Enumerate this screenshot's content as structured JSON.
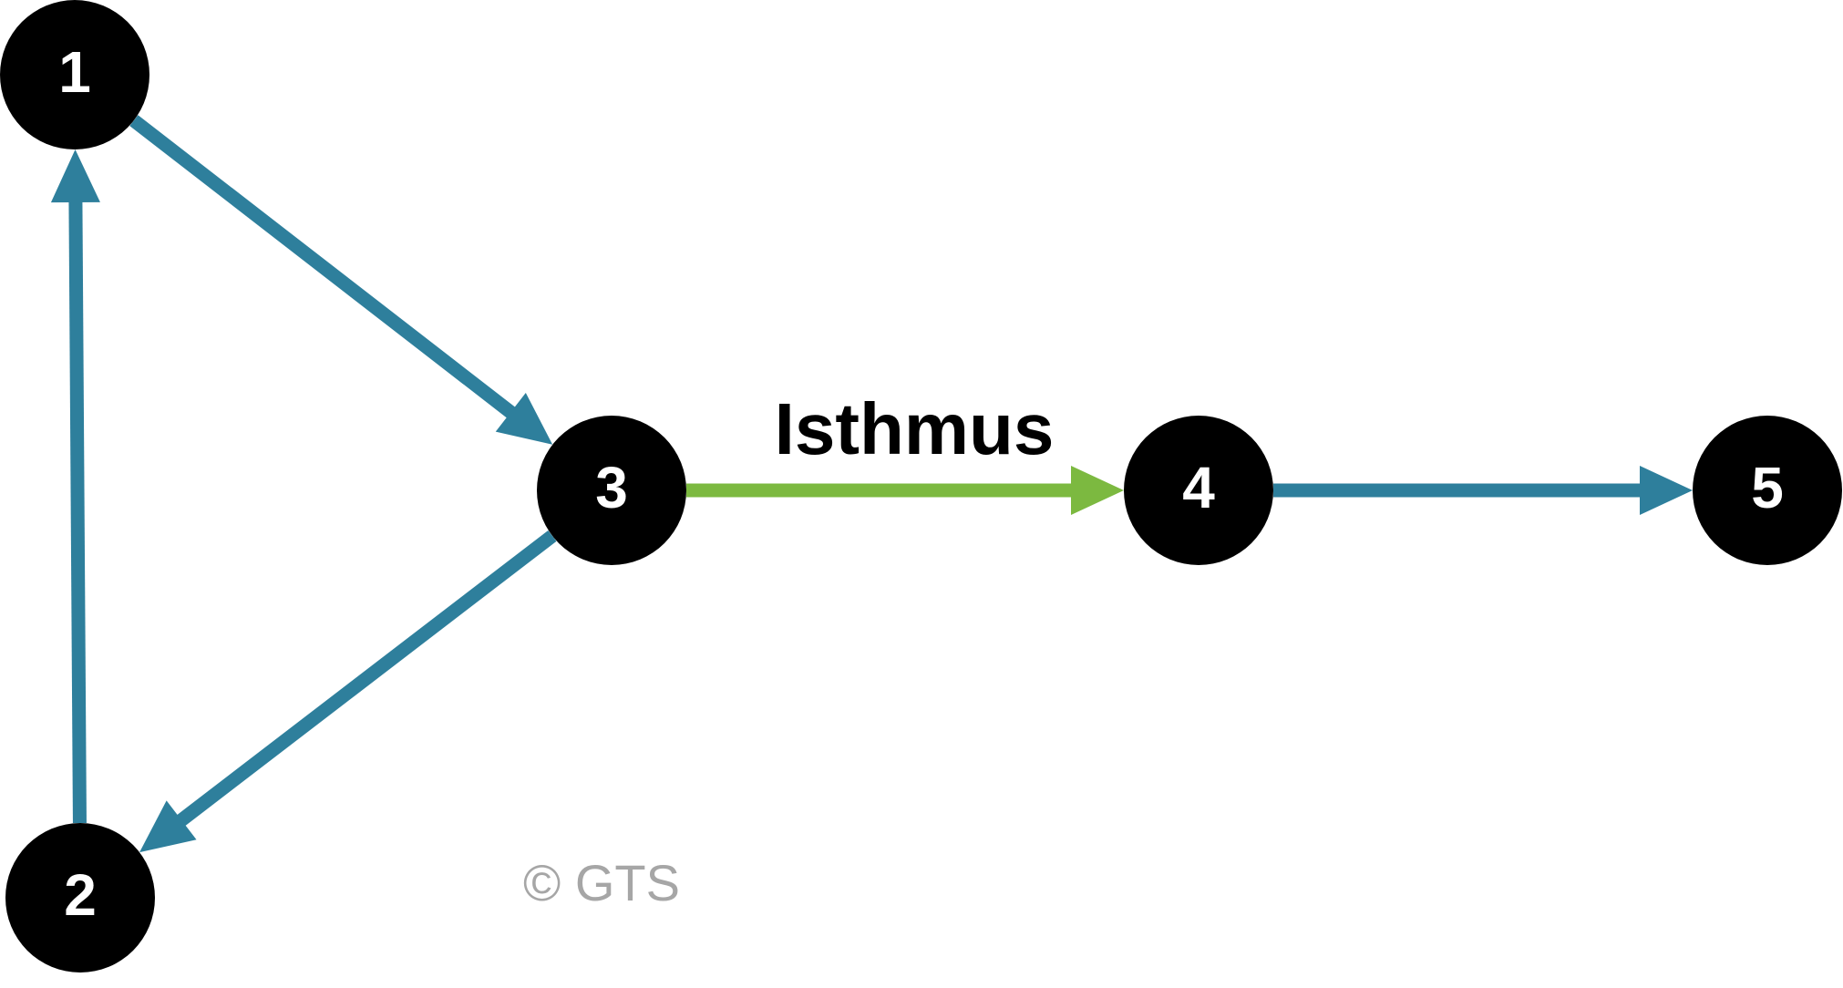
{
  "colors": {
    "background": "#ffffff",
    "node_fill": "#000000",
    "node_text": "#ffffff",
    "edge_default": "#2e7f9c",
    "edge_isthmus": "#7cb940",
    "label_text": "#000000",
    "copyright_text": "#a6a6a6"
  },
  "nodes": [
    {
      "id": "1",
      "label": "1"
    },
    {
      "id": "2",
      "label": "2"
    },
    {
      "id": "3",
      "label": "3"
    },
    {
      "id": "4",
      "label": "4"
    },
    {
      "id": "5",
      "label": "5"
    }
  ],
  "edges": [
    {
      "from": "1",
      "to": "3",
      "label": "",
      "type": "default"
    },
    {
      "from": "3",
      "to": "2",
      "label": "",
      "type": "default"
    },
    {
      "from": "2",
      "to": "1",
      "label": "",
      "type": "default"
    },
    {
      "from": "3",
      "to": "4",
      "label": "Isthmus",
      "type": "isthmus"
    },
    {
      "from": "4",
      "to": "5",
      "label": "",
      "type": "default"
    }
  ],
  "copyright": "© GTS"
}
